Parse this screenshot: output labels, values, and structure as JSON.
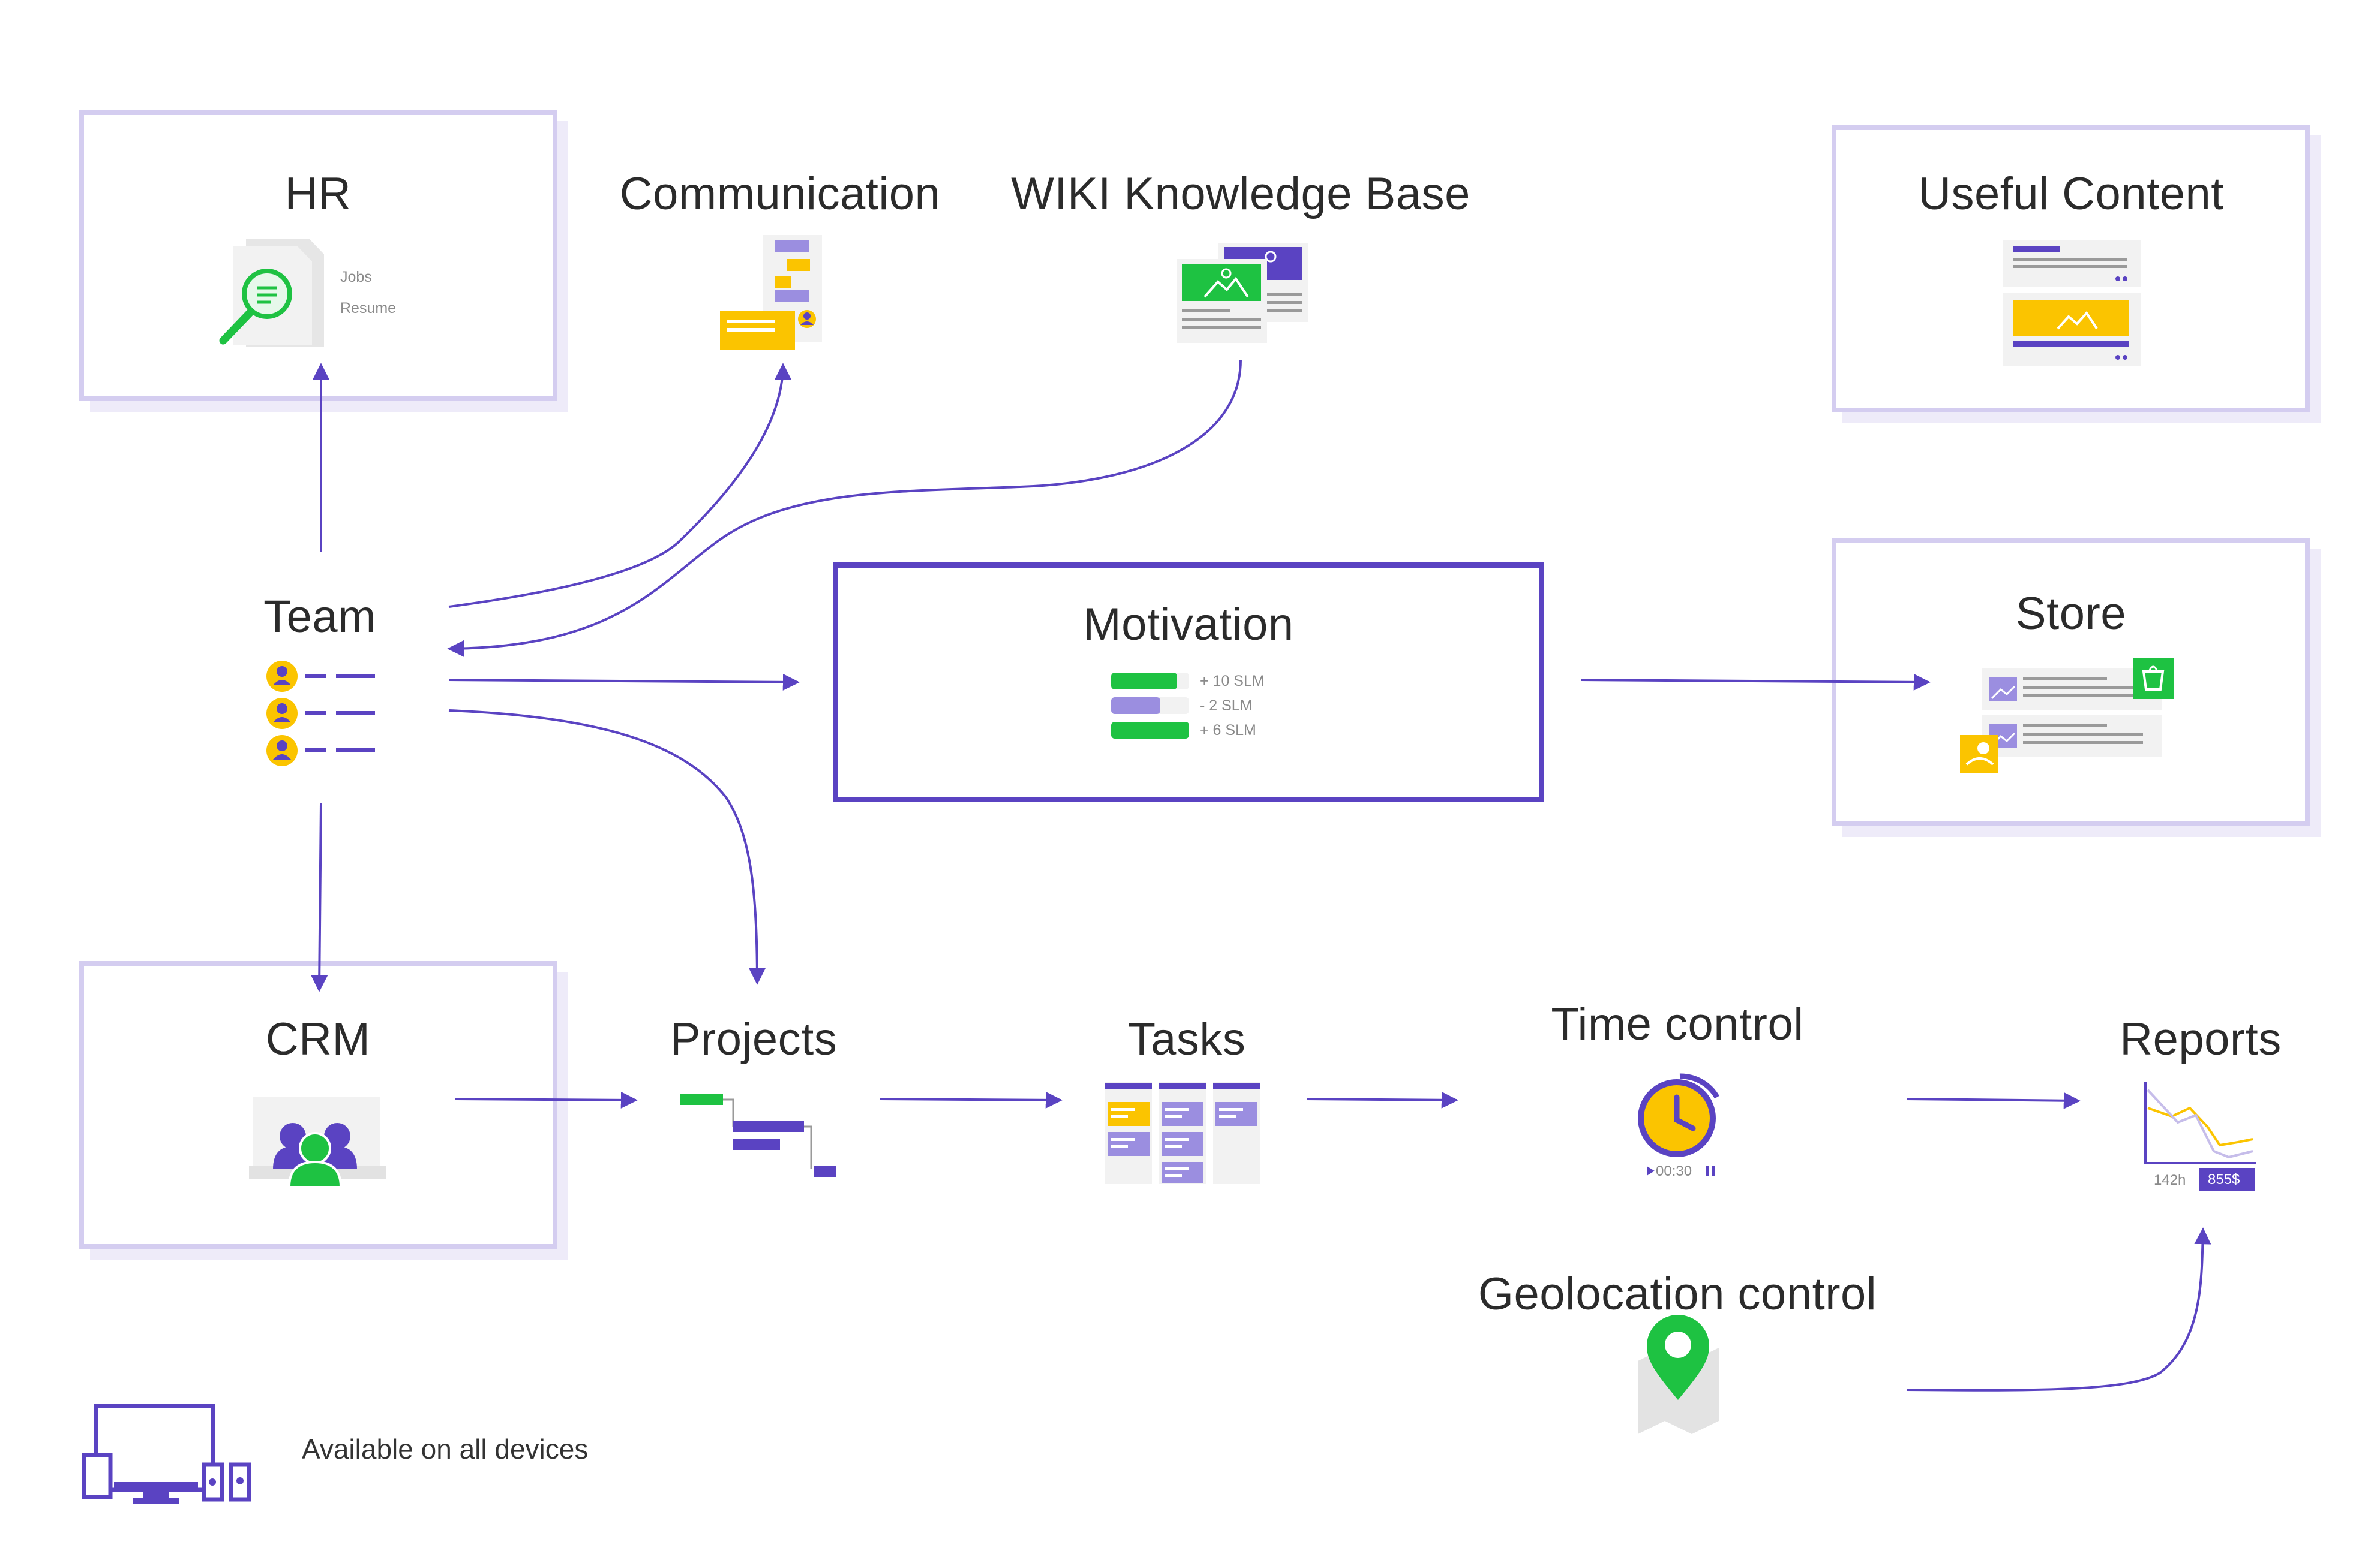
{
  "modules": {
    "hr": {
      "title": "HR",
      "items": [
        "Jobs",
        "Resume"
      ]
    },
    "communication": {
      "title": "Communication"
    },
    "wiki": {
      "title": "WIKI Knowledge Base"
    },
    "useful_content": {
      "title": "Useful Content"
    },
    "team": {
      "title": "Team"
    },
    "motivation": {
      "title": "Motivation",
      "rows": [
        "+ 10 SLM",
        "- 2 SLM",
        "+ 6 SLM"
      ]
    },
    "store": {
      "title": "Store"
    },
    "crm": {
      "title": "CRM"
    },
    "projects": {
      "title": "Projects"
    },
    "tasks": {
      "title": "Tasks"
    },
    "time_control": {
      "title": "Time control",
      "timer": "00:30"
    },
    "reports": {
      "title": "Reports",
      "hours": "142h",
      "amount": "855$"
    },
    "geolocation": {
      "title": "Geolocation control"
    }
  },
  "footer": {
    "devices_text": "Available on all devices"
  },
  "colors": {
    "purple": "#5a43c2",
    "lavender": "#9b8ee0",
    "green": "#1ec242",
    "yellow": "#fbc400",
    "light_border": "#d4cdf0"
  }
}
